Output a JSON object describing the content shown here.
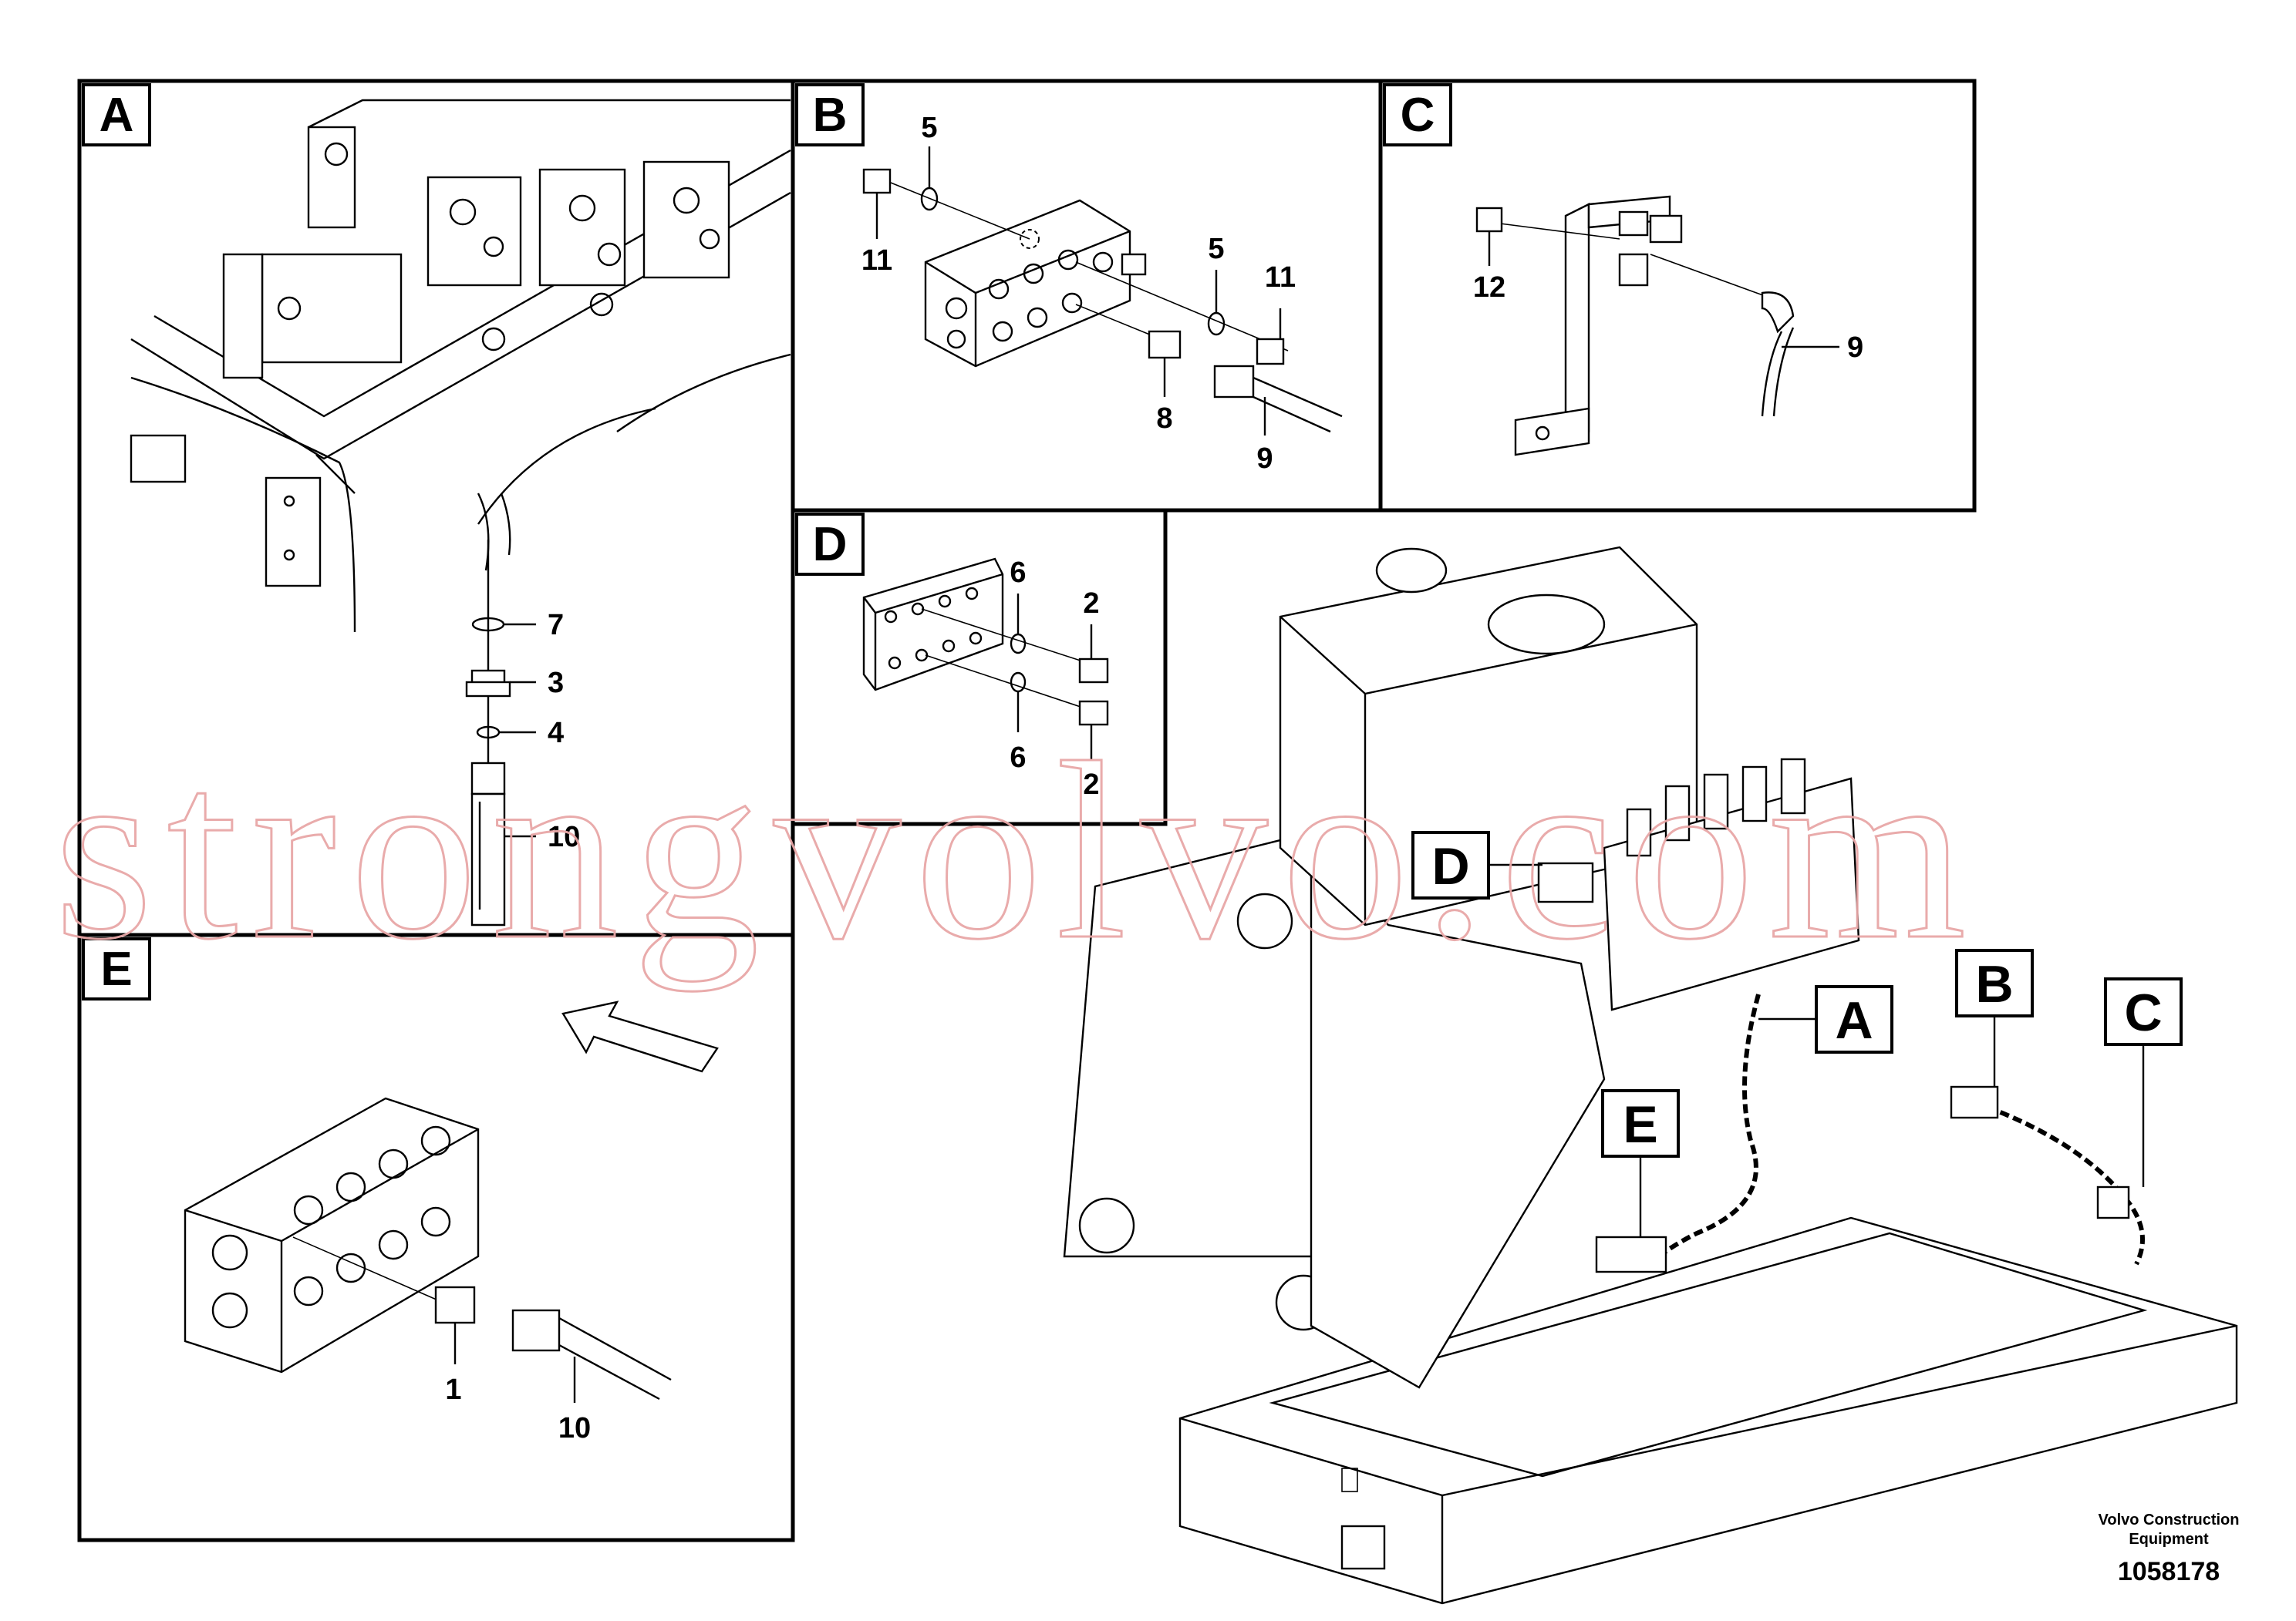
{
  "panels": {
    "A": {
      "label": "A",
      "parts": [
        {
          "id": "p7",
          "text": "7"
        },
        {
          "id": "p3",
          "text": "3"
        },
        {
          "id": "p4",
          "text": "4"
        },
        {
          "id": "p10",
          "text": "10"
        }
      ]
    },
    "B": {
      "label": "B",
      "parts": [
        {
          "id": "p5a",
          "text": "5"
        },
        {
          "id": "p11a",
          "text": "11"
        },
        {
          "id": "p5b",
          "text": "5"
        },
        {
          "id": "p11b",
          "text": "11"
        },
        {
          "id": "p8",
          "text": "8"
        },
        {
          "id": "p9",
          "text": "9"
        }
      ]
    },
    "C": {
      "label": "C",
      "parts": [
        {
          "id": "p12",
          "text": "12"
        },
        {
          "id": "p9",
          "text": "9"
        }
      ]
    },
    "D": {
      "label": "D",
      "parts": [
        {
          "id": "p6a",
          "text": "6"
        },
        {
          "id": "p2a",
          "text": "2"
        },
        {
          "id": "p6b",
          "text": "6"
        },
        {
          "id": "p2b",
          "text": "2"
        }
      ]
    },
    "E": {
      "label": "E",
      "parts": [
        {
          "id": "p1",
          "text": "1"
        },
        {
          "id": "p10",
          "text": "10"
        }
      ]
    }
  },
  "overview": {
    "callouts": [
      "D",
      "A",
      "B",
      "C",
      "E"
    ]
  },
  "footer": {
    "company_line1": "Volvo Construction",
    "company_line2": "Equipment",
    "part_number": "1058178"
  },
  "watermark": "strongvolvo.com"
}
